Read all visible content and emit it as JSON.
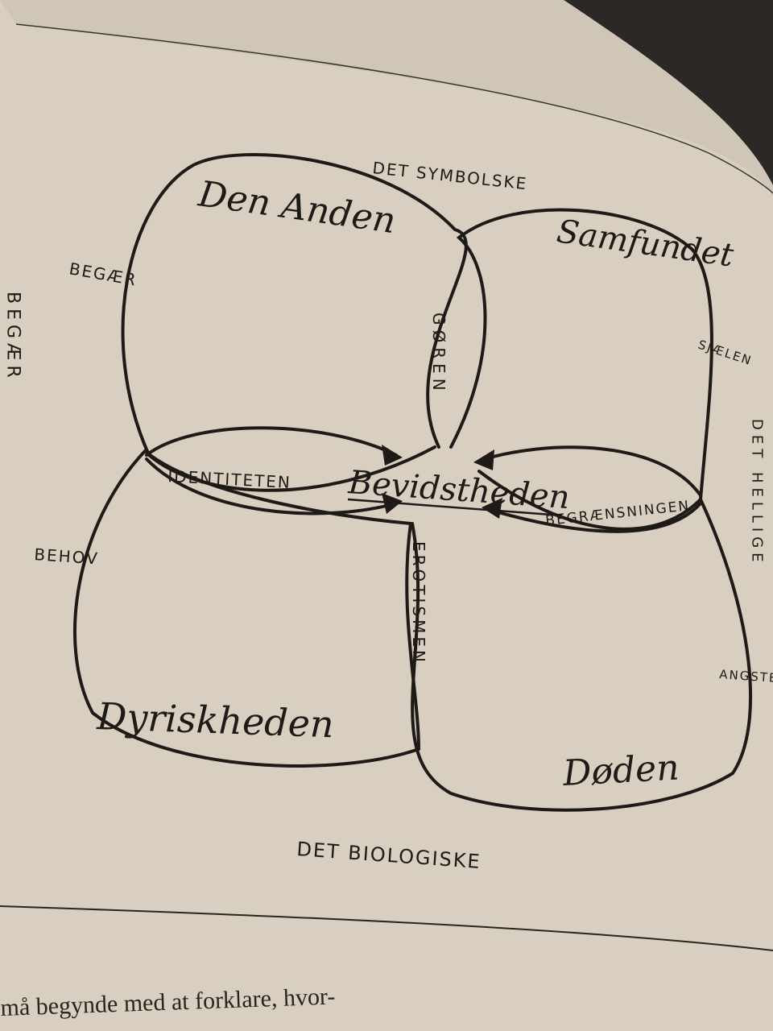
{
  "diagram": {
    "center": "Bevidstheden",
    "petals": {
      "top_left": "Den Anden",
      "top_right": "Samfundet",
      "bottom_left": "Dyriskheden",
      "bottom_right": "Døden"
    },
    "axes": {
      "top": "DET SYMBOLSKE",
      "bottom": "DET BIOLOGISKE",
      "right": "DET HELLIGE",
      "left": "BEGÆR"
    },
    "overlaps": {
      "top": "GØREN",
      "bottom": "EROTISMEN",
      "left": "IDENTITETEN",
      "right": "BEGRÆNSNINGEN"
    },
    "boundary_labels": {
      "top_left_left": "BEGÆR",
      "bottom_left_left": "BEHOV",
      "top_right_right": "SJÆLEN",
      "bottom_right_right": "ANGSTEN"
    }
  },
  "book_text": "må begynde med at forklare, hvor-",
  "colors": {
    "paper": "#d8cfc1",
    "ink": "#1e1a17"
  }
}
